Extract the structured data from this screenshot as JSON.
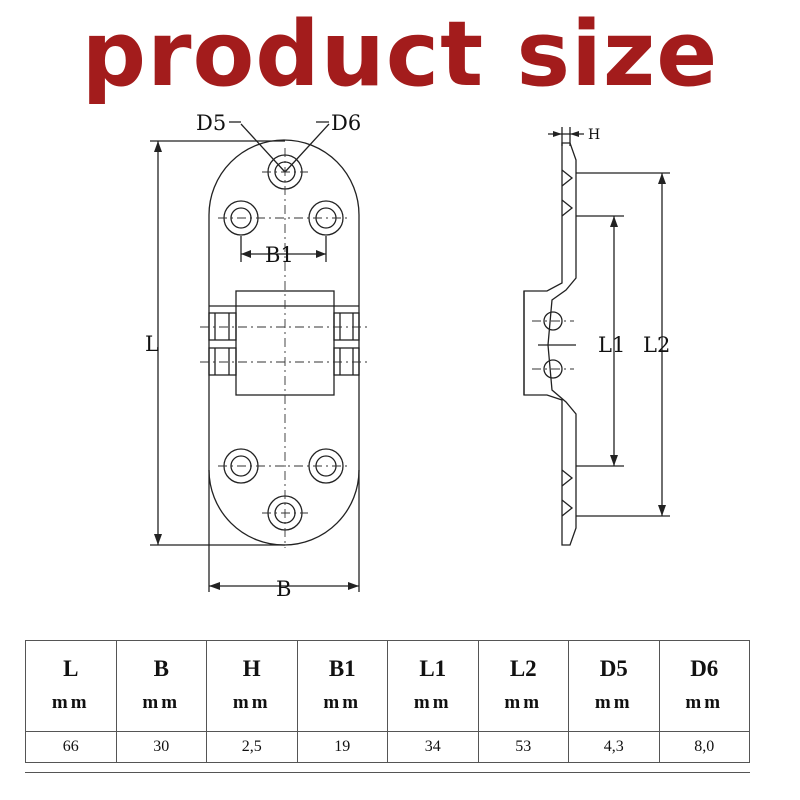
{
  "title": "product size",
  "labels": {
    "D5": "D5",
    "D6": "D6",
    "B1": "B1",
    "L": "L",
    "B": "B",
    "H": "H",
    "L1": "L1",
    "L2": "L2"
  },
  "table": {
    "columns": [
      {
        "symbol": "L",
        "unit": "mm",
        "value": "66"
      },
      {
        "symbol": "B",
        "unit": "mm",
        "value": "30"
      },
      {
        "symbol": "H",
        "unit": "mm",
        "value": "2,5"
      },
      {
        "symbol": "B1",
        "unit": "mm",
        "value": "19"
      },
      {
        "symbol": "L1",
        "unit": "mm",
        "value": "34"
      },
      {
        "symbol": "L2",
        "unit": "mm",
        "value": "53"
      },
      {
        "symbol": "D5",
        "unit": "mm",
        "value": "4,3"
      },
      {
        "symbol": "D6",
        "unit": "mm",
        "value": "8,0"
      }
    ]
  },
  "colors": {
    "title": "#a31c1c",
    "line": "#222222"
  }
}
